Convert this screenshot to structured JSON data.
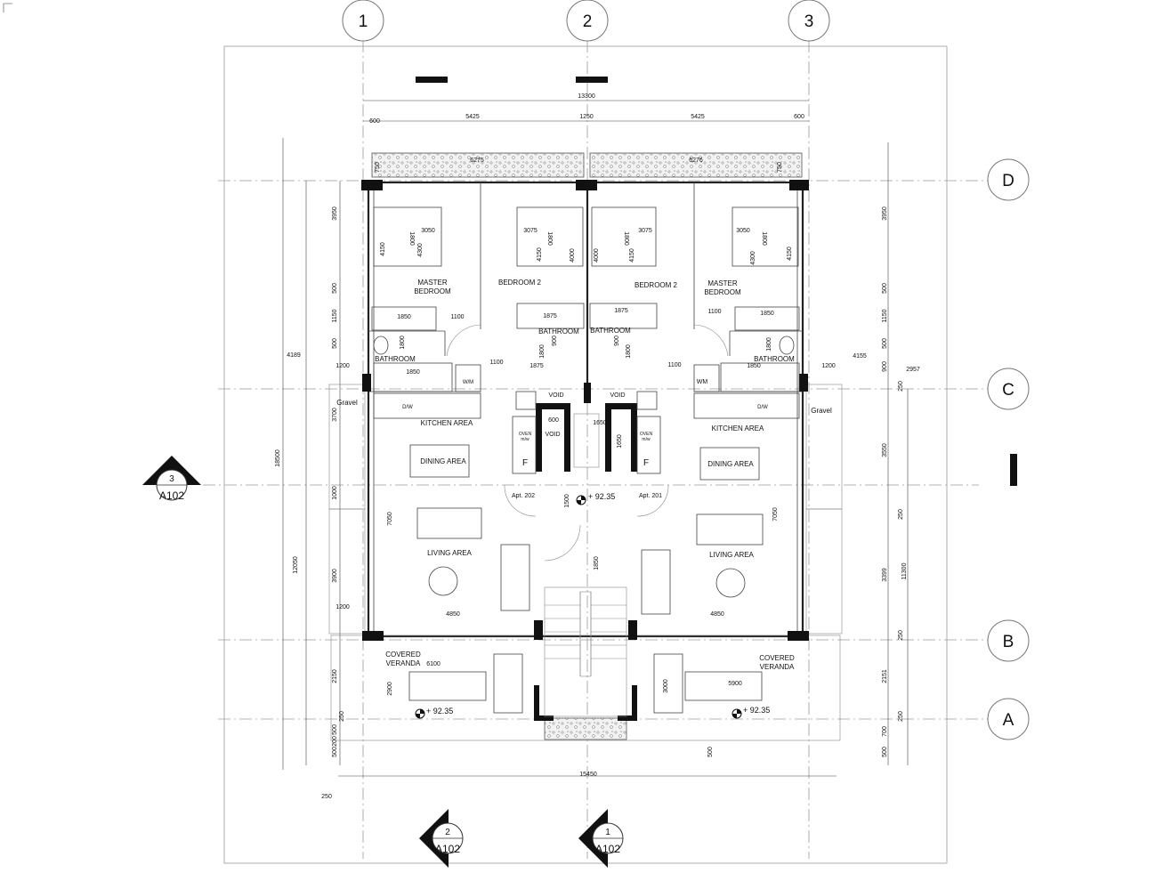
{
  "grid": {
    "columns": [
      "1",
      "2",
      "3"
    ],
    "rows": [
      "D",
      "C",
      "B",
      "A"
    ]
  },
  "section_markers": [
    {
      "number": "3",
      "sheet": "A102"
    },
    {
      "number": "2",
      "sheet": "A102"
    },
    {
      "number": "1",
      "sheet": "A102"
    }
  ],
  "apartments": {
    "left": "Apt. 202",
    "right": "Apt. 201"
  },
  "rooms": {
    "master_bedroom_left": [
      "MASTER",
      "BEDROOM"
    ],
    "master_bedroom_right": [
      "MASTER",
      "BEDROOM"
    ],
    "bedroom2_left": "BEDROOM 2",
    "bedroom2_right": "BEDROOM 2",
    "bathroom_1": "BATHROOM",
    "bathroom_2": "BATHROOM",
    "bathroom_3": "BATHROOM",
    "bathroom_4": "BATHROOM",
    "kitchen_left": "KITCHEN AREA",
    "kitchen_right": "KITCHEN AREA",
    "dining_left": "DINING AREA",
    "dining_right": "DINING AREA",
    "living_left": "LIVING AREA",
    "living_right": "LIVING AREA",
    "veranda_left": [
      "COVERED",
      "VERANDA"
    ],
    "veranda_right": [
      "COVERED",
      "VERANDA"
    ],
    "gravel_left": "Gravel",
    "gravel_right": "Gravel",
    "void_1": "VOID",
    "void_2": "VOID",
    "void_3": "VOID",
    "dw_left": "D/W",
    "dw_right": "D/W",
    "wm_left": "W/M",
    "wm_right": "WM",
    "oven_left": [
      "OVEN",
      "m/w"
    ],
    "oven_right": [
      "OVEN",
      "m/w"
    ],
    "fridge_left": "F",
    "fridge_right": "F"
  },
  "levels": [
    "+ 92.35",
    "+ 92.35",
    "+ 92.35"
  ],
  "dimensions": {
    "overall_width": "13300",
    "top_chain": [
      "600",
      "5425",
      "1250",
      "5425",
      "600"
    ],
    "terrace": [
      "6275",
      "6276",
      "750",
      "750"
    ],
    "bottom_overall": "15450",
    "left_outer": [
      "18500",
      "12050",
      "4189",
      "250"
    ],
    "left_chain": [
      "3950",
      "500",
      "1150",
      "500",
      "1200",
      "3700",
      "1000",
      "3900",
      "1200",
      "2150",
      "250",
      "500",
      "200",
      "500"
    ],
    "right_chain": [
      "3950",
      "500",
      "1150",
      "500",
      "900",
      "250",
      "3550",
      "250",
      "3399",
      "11300",
      "250",
      "2151",
      "250",
      "700",
      "500",
      "4155",
      "2957",
      "1200"
    ],
    "interior": [
      "3050",
      "1800",
      "4150",
      "4300",
      "3075",
      "1800",
      "4150",
      "4000",
      "4000",
      "4150",
      "1800",
      "3075",
      "3050",
      "1800",
      "4300",
      "4150",
      "1850",
      "1100",
      "1875",
      "1875",
      "1100",
      "1850",
      "1800",
      "1850",
      "1100",
      "1875",
      "900",
      "1800",
      "900",
      "1800",
      "1100",
      "1850",
      "1800",
      "600",
      "1650",
      "1650",
      "1500",
      "1850",
      "7050",
      "7050",
      "4850",
      "4850",
      "6100",
      "5900",
      "2900",
      "3000",
      "500"
    ]
  }
}
